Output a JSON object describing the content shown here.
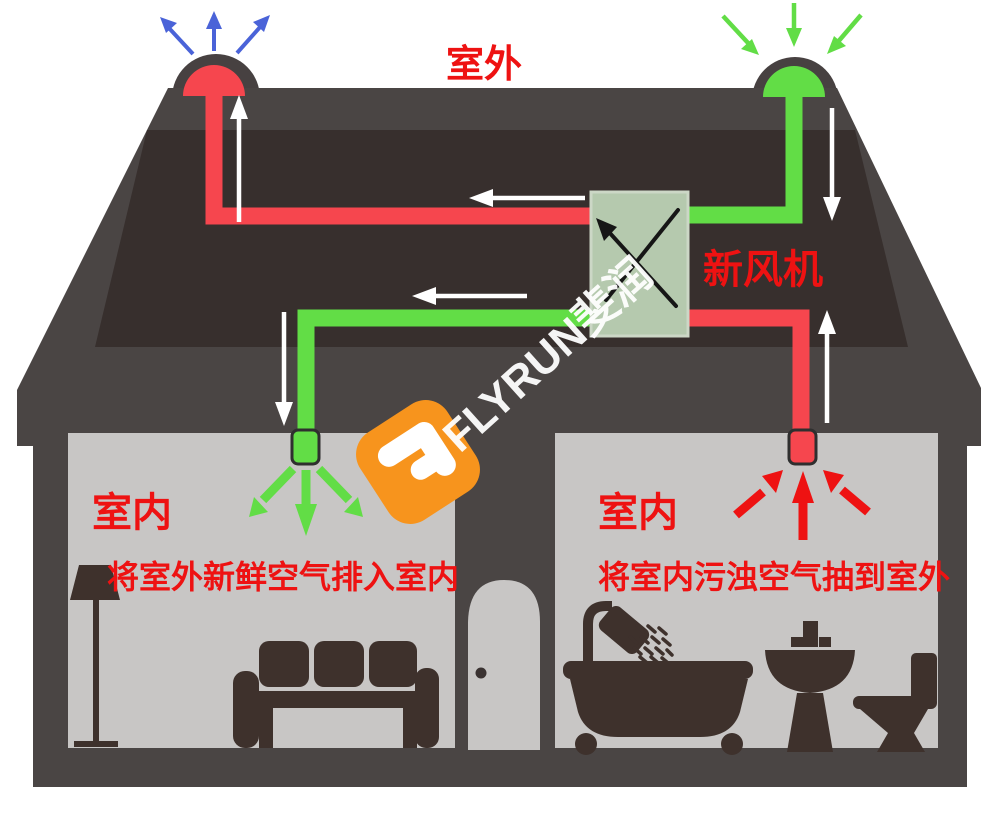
{
  "diagram": {
    "outdoor_label": "室外",
    "unit_label": "新风机",
    "left_room": {
      "label": "室内",
      "caption": "将室外新鲜空气排入室内"
    },
    "right_room": {
      "label": "室内",
      "caption": "将室内污浊空气抽到室外"
    },
    "watermark_brand": "FLYRUN斐润"
  },
  "colors": {
    "fresh_air_green": "#62dd46",
    "exhaust_red": "#f6464e",
    "label_red": "#ee1212",
    "outflow_arrow_blue": "#4a63d8",
    "airflow_arrow_white": "#ffffff",
    "roof_inner_dark": "#372f2d",
    "structure_gray": "#4a4544",
    "room_gray": "#c8c6c5",
    "furniture_brown": "#3e312c",
    "heat_exchanger_fill": "#b5c9ae",
    "logo_orange": "#f7941d"
  }
}
